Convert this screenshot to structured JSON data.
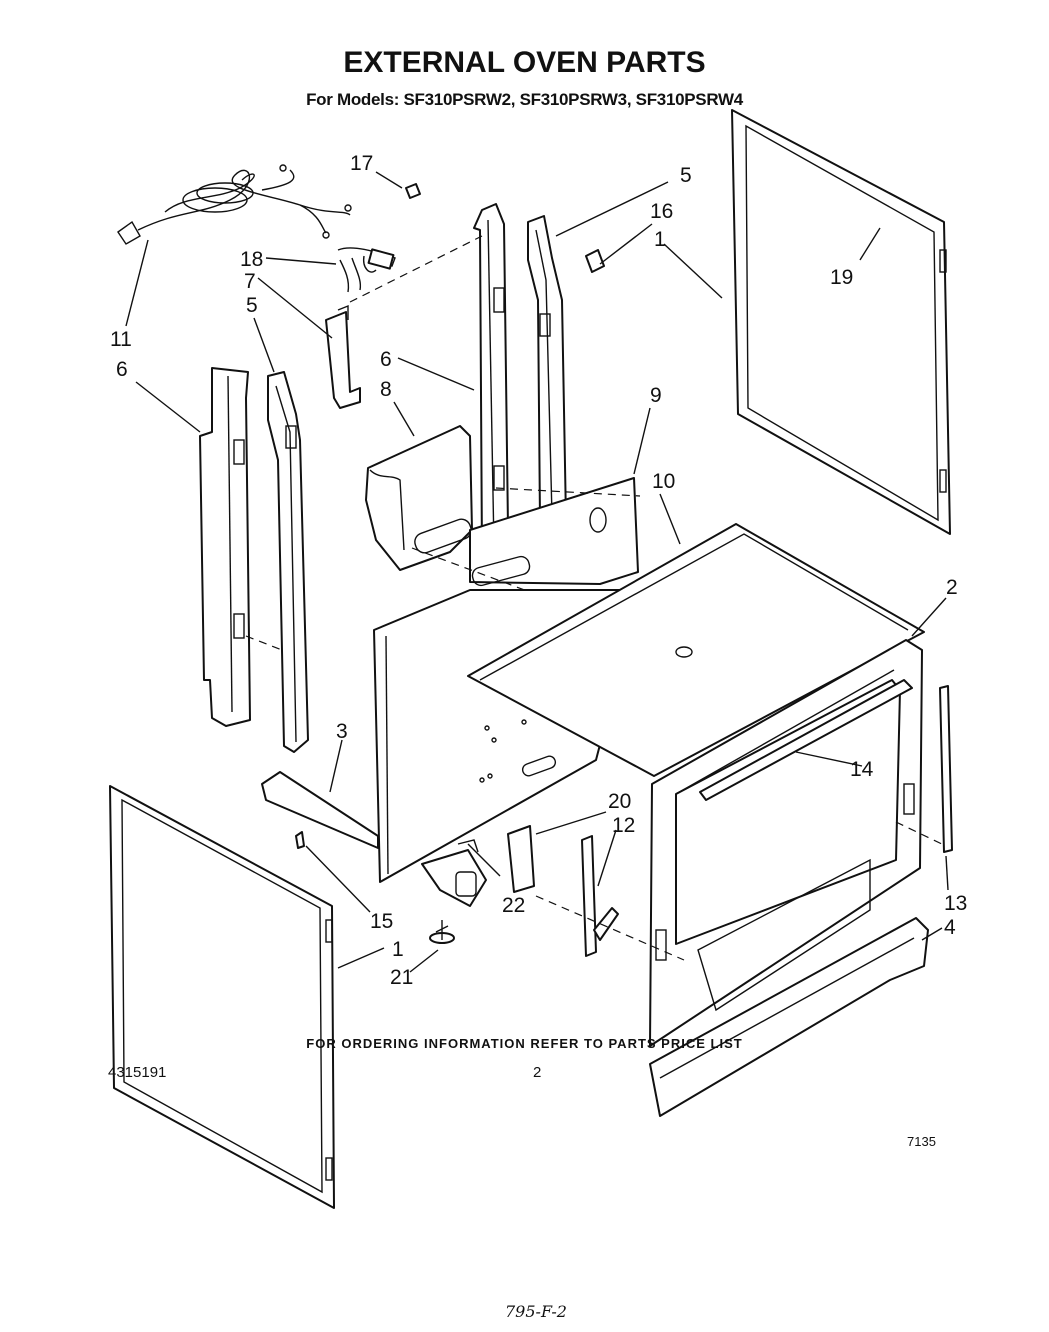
{
  "header": {
    "title": "EXTERNAL OVEN PARTS",
    "subtitle": "For Models: SF310PSRW2, SF310PSRW3, SF310PSRW4"
  },
  "callouts": [
    {
      "id": "c17",
      "text": "17"
    },
    {
      "id": "c5a",
      "text": "5"
    },
    {
      "id": "c16",
      "text": "16"
    },
    {
      "id": "c1a",
      "text": "1"
    },
    {
      "id": "c19",
      "text": "19"
    },
    {
      "id": "c18",
      "text": "18"
    },
    {
      "id": "c7",
      "text": "7"
    },
    {
      "id": "c5b",
      "text": "5"
    },
    {
      "id": "c11",
      "text": "11"
    },
    {
      "id": "c6a",
      "text": "6"
    },
    {
      "id": "c6b",
      "text": "6"
    },
    {
      "id": "c8",
      "text": "8"
    },
    {
      "id": "c9",
      "text": "9"
    },
    {
      "id": "c10",
      "text": "10"
    },
    {
      "id": "c2",
      "text": "2"
    },
    {
      "id": "c3",
      "text": "3"
    },
    {
      "id": "c14",
      "text": "14"
    },
    {
      "id": "c20",
      "text": "20"
    },
    {
      "id": "c12",
      "text": "12"
    },
    {
      "id": "c22",
      "text": "22"
    },
    {
      "id": "c13",
      "text": "13"
    },
    {
      "id": "c15",
      "text": "15"
    },
    {
      "id": "c4",
      "text": "4"
    },
    {
      "id": "c1b",
      "text": "1"
    },
    {
      "id": "c21",
      "text": "21"
    }
  ],
  "figure_code": "7135",
  "footer": {
    "ordering_note": "FOR ORDERING INFORMATION REFER TO PARTS PRICE LIST",
    "document_number": "4315191",
    "page_number": "2",
    "handwritten_note": "795-F-2"
  }
}
